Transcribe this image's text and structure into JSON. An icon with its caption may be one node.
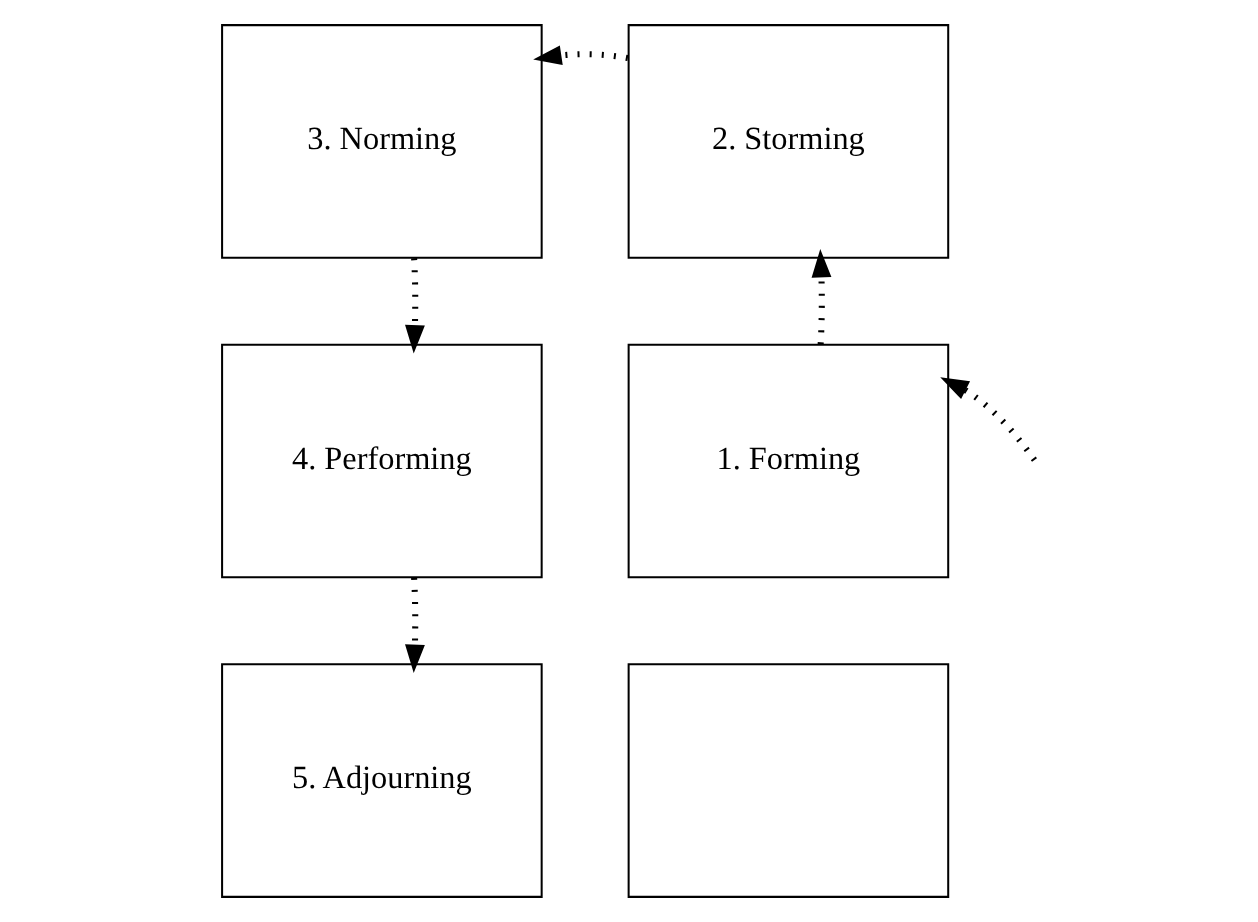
{
  "diagram": {
    "nodes": [
      {
        "text": [
          "3. Norming"
        ]
      },
      {
        "text": [
          "2. Storming"
        ]
      },
      {
        "text": [
          "4. Performing"
        ]
      },
      {
        "text": [
          "1. Forming"
        ]
      },
      {
        "text": [
          "5. Adjourning"
        ]
      },
      {
        "text": [],
        "shape": "box"
      }
    ],
    "edges": [
      {
        "from": null,
        "to": 3,
        "arrow": "to"
      },
      {
        "from": 3,
        "to": 1,
        "arrow": "to"
      },
      {
        "from": 1,
        "to": 0,
        "arrow": "to"
      },
      {
        "from": 0,
        "to": 2,
        "arrow": "to"
      },
      {
        "from": 2,
        "to": 4,
        "arrow": "to"
      }
    ]
  }
}
